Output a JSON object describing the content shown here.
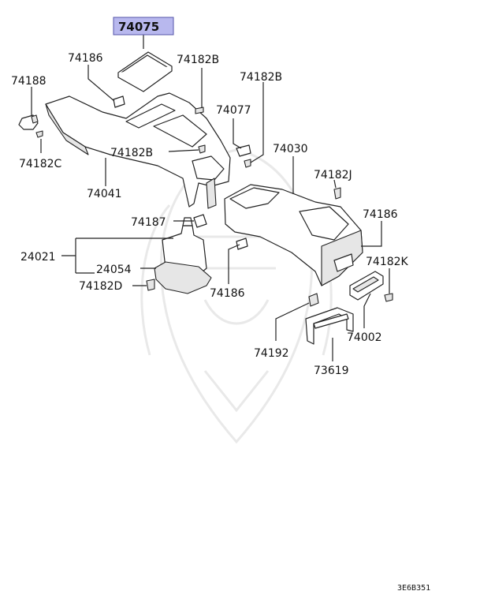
{
  "highlighted_part": "74075",
  "highlight_color": "#b8b8ee",
  "parts": {
    "p74186a": "74186",
    "p74182b_a": "74182B",
    "p74188": "74188",
    "p74182b_b": "74182B",
    "p74077": "74077",
    "p74182c": "74182C",
    "p74182b_c": "74182B",
    "p74030": "74030",
    "p74182j": "74182J",
    "p74041": "74041",
    "p74186b": "74186",
    "p74187": "74187",
    "p24021": "24021",
    "p24054": "24054",
    "p74182k": "74182K",
    "p74182d": "74182D",
    "p74186c": "74186",
    "p74192": "74192",
    "p74002": "74002",
    "p73619": "73619"
  },
  "diagram_code": "3E6B351"
}
